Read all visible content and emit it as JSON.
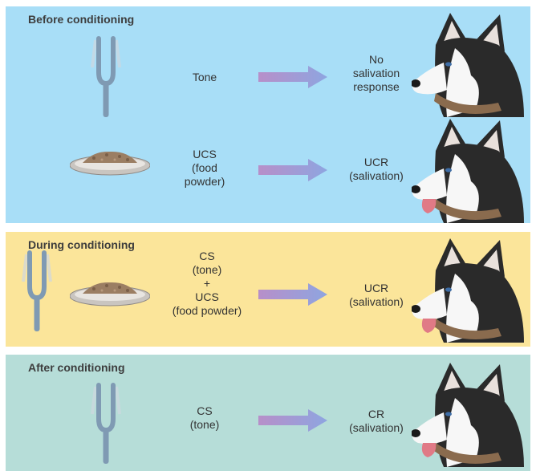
{
  "colors": {
    "before_bg": "#a8def7",
    "during_bg": "#fbe59a",
    "after_bg": "#b6ddd8",
    "arrow": "#9b8fd6",
    "fork": "#7f9ab3"
  },
  "icons": [
    "tuning-fork-icon",
    "food-bowl-icon",
    "dog-icon",
    "arrow-right-icon"
  ],
  "panels": {
    "before": {
      "title": "Before conditioning",
      "row1": {
        "stimulus": "Tone",
        "response": "No\nsalivation\nresponse"
      },
      "row2": {
        "stimulus": "UCS\n(food\npowder)",
        "response": "UCR\n(salivation)"
      }
    },
    "during": {
      "title": "During conditioning",
      "stimulus": "CS\n(tone)\n+\nUCS\n(food powder)",
      "response": "UCR\n(salivation)"
    },
    "after": {
      "title": "After conditioning",
      "stimulus": "CS\n(tone)",
      "response": "CR\n(salivation)"
    }
  }
}
